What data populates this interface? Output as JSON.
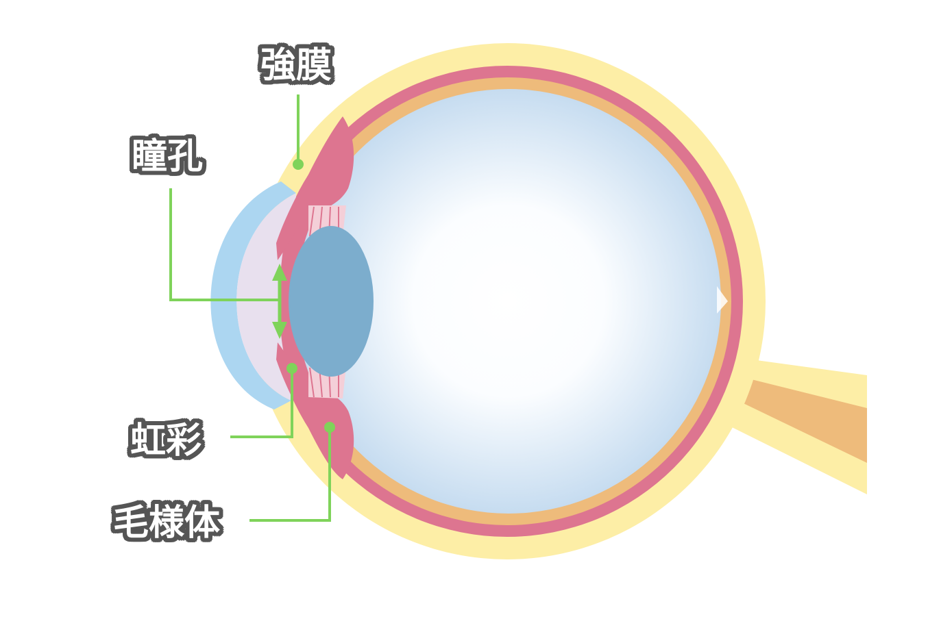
{
  "labels": {
    "sclera": "強膜",
    "pupil": "瞳孔",
    "iris": "虹彩",
    "ciliary_body": "毛様体"
  },
  "colors": {
    "sclera": "#fdeea6",
    "choroid": "#dd7590",
    "retina": "#eebb7b",
    "vitreous_center": "#ffffff",
    "vitreous_edge": "#c6dcf0",
    "cornea": "#acd6f1",
    "anterior_chamber": "#e8e0ee",
    "lens": "#7cadcd",
    "zonule": "#f4cfd8",
    "leader_line": "#7fd35a",
    "label_outline": "#555555"
  }
}
